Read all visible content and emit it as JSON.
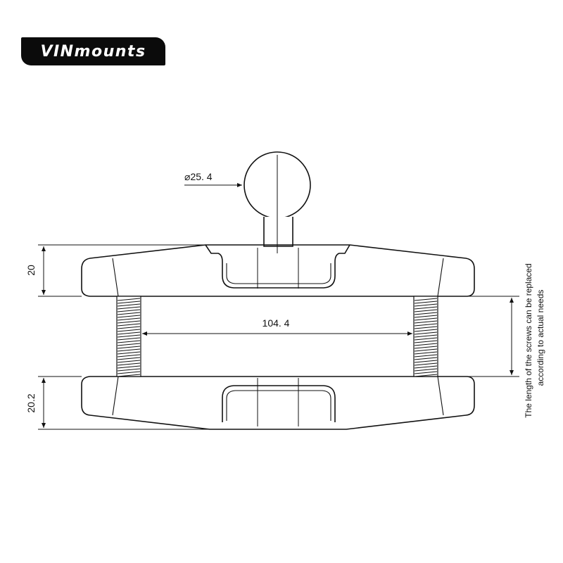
{
  "brand": {
    "name": "VINmounts"
  },
  "dimensions": {
    "ball_diameter": "25. 4",
    "top_arm_height": "20",
    "bottom_arm_height": "20.2",
    "screw_spacing": "104. 4"
  },
  "note": {
    "line1": "The length of the screws can be replaced",
    "line2": "according to actual needs"
  },
  "symbols": {
    "diameter": "⌀"
  },
  "colors": {
    "ink": "#111111",
    "brand_bg": "#0b0b0b",
    "brand_text": "#ffffff"
  }
}
